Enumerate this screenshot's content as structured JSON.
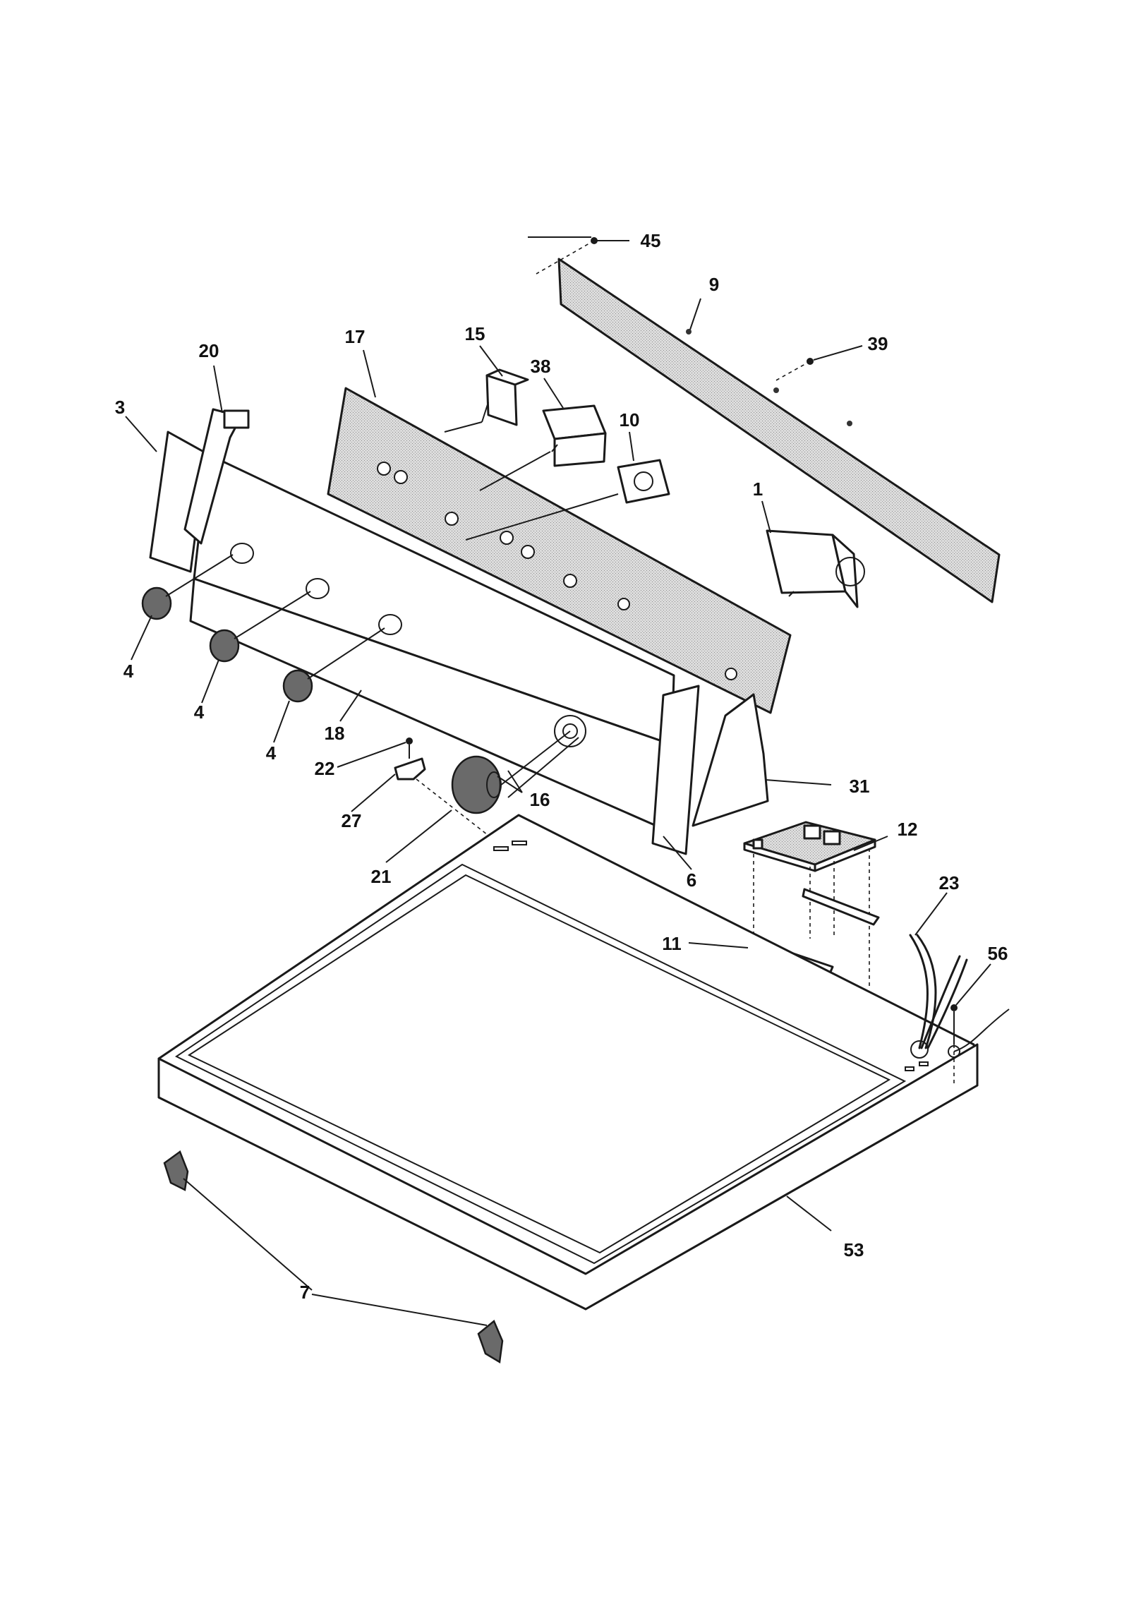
{
  "callouts": {
    "c45": "45",
    "c9": "9",
    "c39": "39",
    "c17": "17",
    "c15": "15",
    "c38": "38",
    "c10": "10",
    "c20": "20",
    "c3": "3",
    "c1": "1",
    "c4a": "4",
    "c4b": "4",
    "c4c": "4",
    "c18": "18",
    "c22": "22",
    "c27": "27",
    "c16": "16",
    "c21": "21",
    "c31": "31",
    "c12": "12",
    "c6": "6",
    "c23": "23",
    "c11": "11",
    "c56": "56",
    "c53": "53",
    "c7": "7"
  }
}
